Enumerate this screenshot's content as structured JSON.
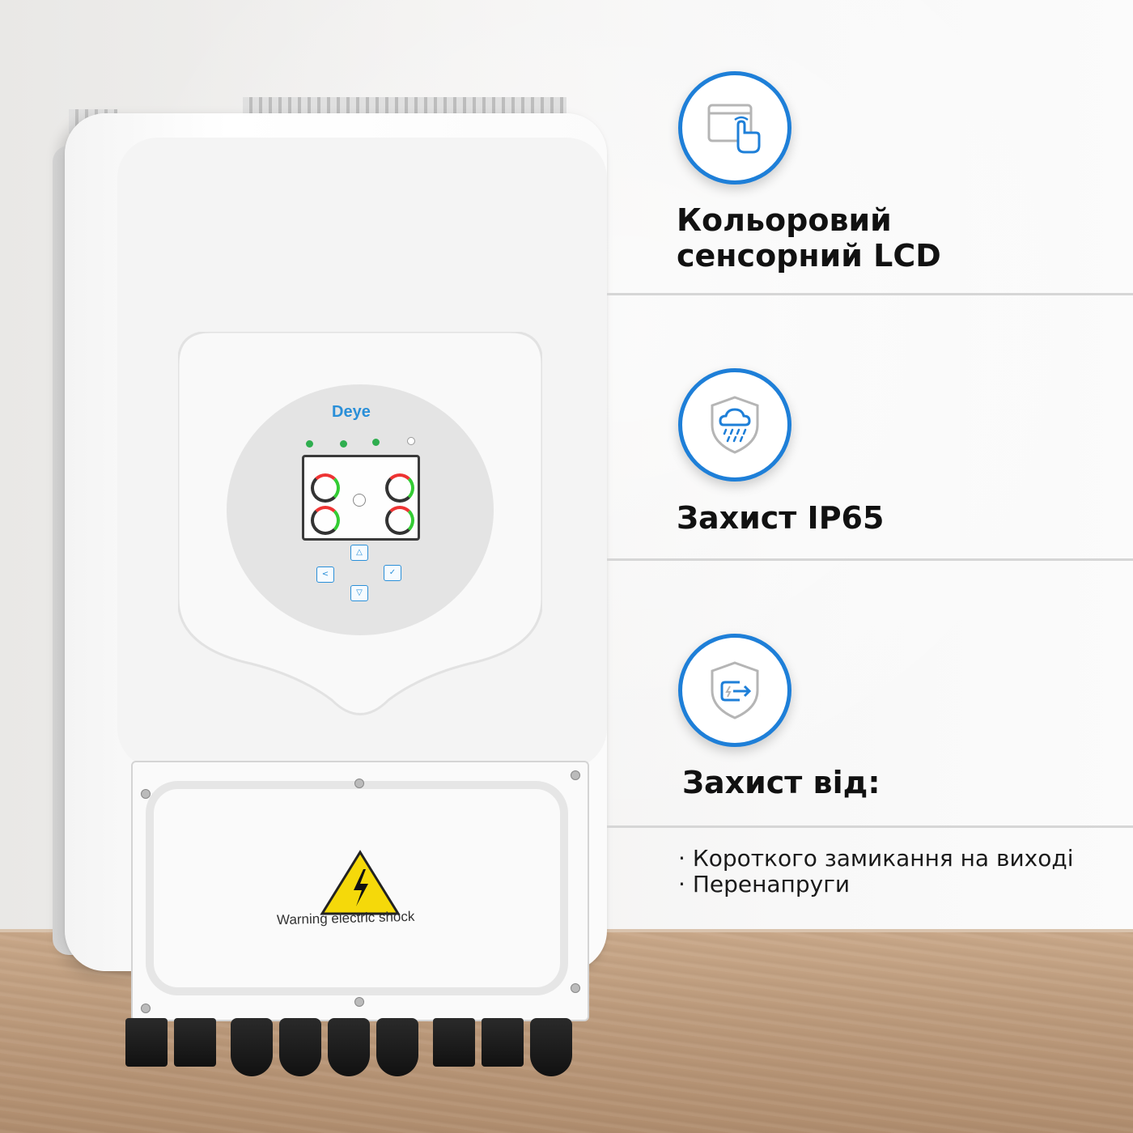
{
  "product": {
    "brand_logo": "Deye",
    "warning_label": "Warning electric shock",
    "body_color": "#ffffff",
    "accent_color": "#1e7fd8"
  },
  "features": [
    {
      "title": "Кольоровий\nсенсорний LCD",
      "icon": "touch-screen-icon"
    },
    {
      "title": "Захист IP65",
      "icon": "rain-shield-icon"
    },
    {
      "title": "Захист від:",
      "icon": "output-protection-shield-icon",
      "bullets": [
        "Короткого замикання на виході",
        "Перенапруги"
      ]
    }
  ]
}
